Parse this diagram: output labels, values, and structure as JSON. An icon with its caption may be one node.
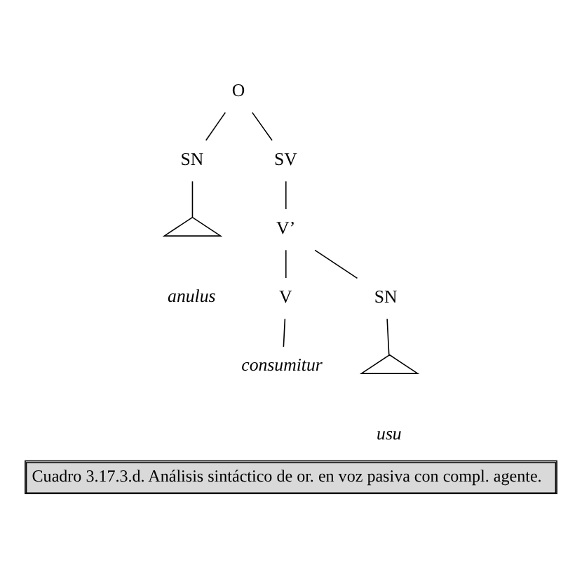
{
  "diagram": {
    "caption": "Cuadro 3.17.3.d. Análisis sintáctico de or. en voz pasiva con compl. agente.",
    "nodes": [
      {
        "text": [
          "O"
        ]
      },
      {
        "text": [
          "SN"
        ]
      },
      {
        "text": [
          "SV"
        ]
      },
      {
        "text": [],
        "shape": "triangle"
      },
      {
        "text": [
          "anulus"
        ]
      },
      {
        "text": [
          "V’"
        ]
      },
      {
        "text": [
          "V"
        ]
      },
      {
        "text": [
          "SN"
        ]
      },
      {
        "text": [],
        "shape": "triangle"
      },
      {
        "text": [
          "consumitur"
        ]
      },
      {
        "text": [
          "usu"
        ]
      }
    ],
    "edges": [
      {
        "from": 0,
        "to": 1,
        "arrow": "none"
      },
      {
        "from": 0,
        "to": 2,
        "arrow": "none"
      },
      {
        "from": 1,
        "to": 3,
        "arrow": "none"
      },
      {
        "from": 2,
        "to": 5,
        "arrow": "none"
      },
      {
        "from": 5,
        "to": 6,
        "arrow": "none"
      },
      {
        "from": 5,
        "to": 7,
        "arrow": "none"
      },
      {
        "from": 6,
        "to": 9,
        "arrow": "none"
      },
      {
        "from": 7,
        "to": 8,
        "arrow": "none"
      }
    ]
  }
}
